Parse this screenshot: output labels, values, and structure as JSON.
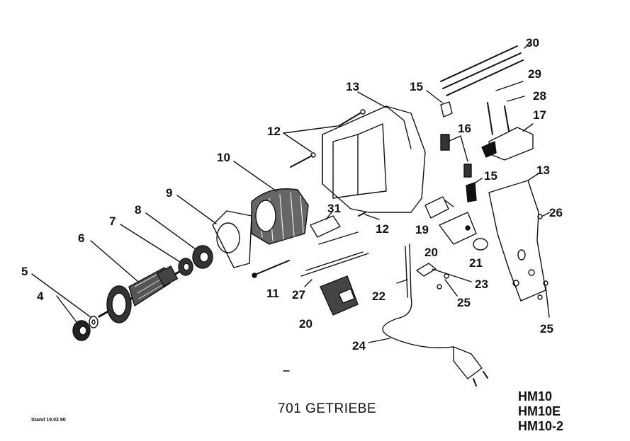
{
  "title": "701  GETRIEBE",
  "models": [
    "HM10",
    "HM10E",
    "HM10-2"
  ],
  "stand": "Stand 19.02.90",
  "part_labels": {
    "p4": "4",
    "p5": "5",
    "p6": "6",
    "p7": "7",
    "p8": "8",
    "p9": "9",
    "p10": "10",
    "p11": "11",
    "p12a": "12",
    "p12b": "12",
    "p13a": "13",
    "p13b": "13",
    "p15a": "15",
    "p15b": "15",
    "p16": "16",
    "p17": "17",
    "p19": "19",
    "p20a": "20",
    "p20b": "20",
    "p21": "21",
    "p22": "22",
    "p23": "23",
    "p24": "24",
    "p25a": "25",
    "p25b": "25",
    "p26": "26",
    "p27": "27",
    "p28": "28",
    "p29": "29",
    "p30": "30",
    "p31": "31"
  }
}
